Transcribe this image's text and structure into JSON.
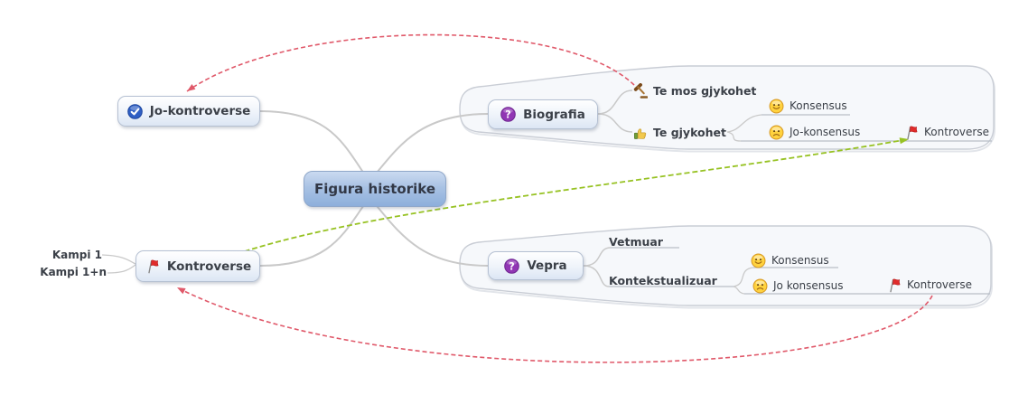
{
  "colors": {
    "background": "#ffffff",
    "center_node_top": "#cadaf0",
    "center_node_bottom": "#8dafdb",
    "node_border": "#b5c0d2",
    "boundary_fill": "#f6f8fb",
    "boundary_border": "#c9cdd5",
    "connector_gray": "#c9c9c9",
    "red_dashed_link": "#e0596a",
    "green_dashed_link": "#97c223",
    "flag_red": "#e02b2b",
    "text": "#3b4048"
  },
  "center": {
    "label": "Figura historike"
  },
  "left": {
    "jo_kontroverse": {
      "label": "Jo-kontroverse",
      "icon": "check-icon"
    },
    "kontroverse": {
      "label": "Kontroverse",
      "icon": "flag-icon"
    },
    "kampi_1": {
      "label": "Kampi 1"
    },
    "kampi_1_n": {
      "label": "Kampi 1+n"
    }
  },
  "biografia": {
    "title": {
      "label": "Biografia",
      "icon": "question-icon"
    },
    "children": [
      {
        "label": "Te mos gjykohet",
        "icon": "gavel-icon"
      },
      {
        "label": "Te gjykohet",
        "icon": "thumbs-up-icon"
      }
    ],
    "grandchildren": [
      {
        "label": "Konsensus",
        "icon": "smiley-happy-icon"
      },
      {
        "label": "Jo-konsensus",
        "icon": "smiley-sad-icon"
      },
      {
        "label": "Kontroverse",
        "icon": "flag-icon"
      }
    ]
  },
  "vepra": {
    "title": {
      "label": "Vepra",
      "icon": "question-icon"
    },
    "children": [
      {
        "label": "Vetmuar"
      },
      {
        "label": "Kontekstualizuar"
      }
    ],
    "grandchildren": [
      {
        "label": "Konsensus",
        "icon": "smiley-happy-icon"
      },
      {
        "label": "Jo konsensus",
        "icon": "smiley-sad-icon"
      },
      {
        "label": "Kontroverse",
        "icon": "flag-icon"
      }
    ]
  }
}
